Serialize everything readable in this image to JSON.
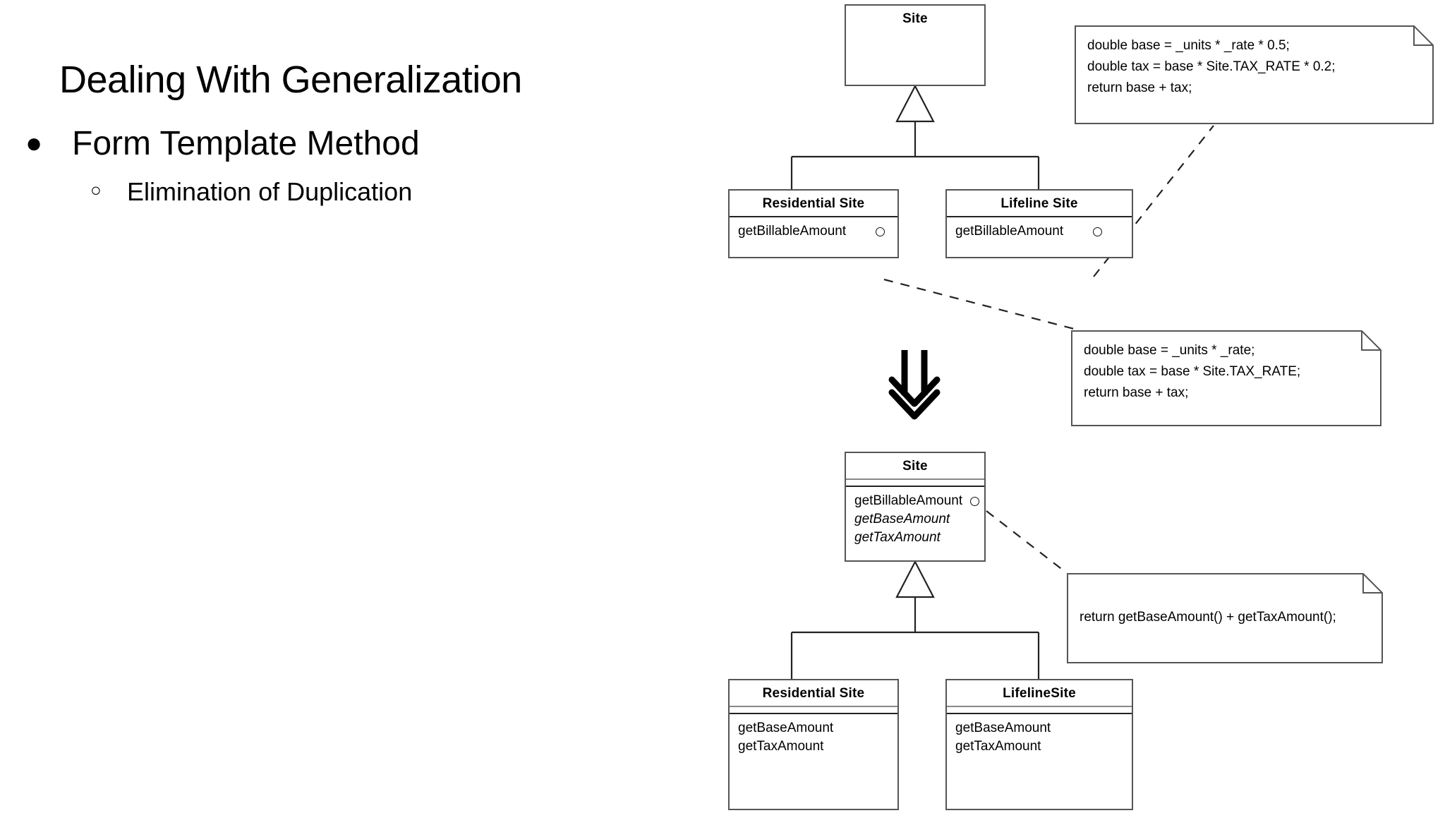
{
  "slide": {
    "title": "Dealing With Generalization",
    "bullets": [
      {
        "level": 1,
        "marker": "●",
        "text": "Form Template Method"
      },
      {
        "level": 2,
        "marker": "○",
        "text": "Elimination of Duplication"
      }
    ]
  },
  "diagram": {
    "before": {
      "superclass": {
        "name": "Site"
      },
      "subclasses": [
        {
          "name": "Residential Site",
          "operations": [
            "getBillableAmount"
          ]
        },
        {
          "name": "Lifeline Site",
          "operations": [
            "getBillableAmount"
          ]
        }
      ],
      "notes": [
        {
          "id": "note-lifeline",
          "lines": [
            "double base = _units * _rate * 0.5;",
            "double tax = base * Site.TAX_RATE * 0.2;",
            "return base + tax;"
          ]
        },
        {
          "id": "note-residential",
          "lines": [
            "double base = _units * _rate;",
            "double tax = base * Site.TAX_RATE;",
            "return base + tax;"
          ]
        }
      ]
    },
    "transform": {
      "symbol": "double-down-arrow"
    },
    "after": {
      "superclass": {
        "name": "Site",
        "operations": [
          {
            "text": "getBillableAmount",
            "abstract": false
          },
          {
            "text": "getBaseAmount",
            "abstract": true
          },
          {
            "text": "getTaxAmount",
            "abstract": true
          }
        ]
      },
      "subclasses": [
        {
          "name": "Residential Site",
          "operations": [
            "getBaseAmount",
            "getTaxAmount"
          ]
        },
        {
          "name": "LifelineSite",
          "operations": [
            "getBaseAmount",
            "getTaxAmount"
          ]
        }
      ],
      "notes": [
        {
          "id": "note-template",
          "lines": [
            "return getBaseAmount() + getTaxAmount();"
          ]
        }
      ]
    }
  },
  "colors": {
    "background": "#ffffff",
    "text": "#000000",
    "box_border": "#555555",
    "compartment_rule": "#222222",
    "edge": "#222222"
  }
}
